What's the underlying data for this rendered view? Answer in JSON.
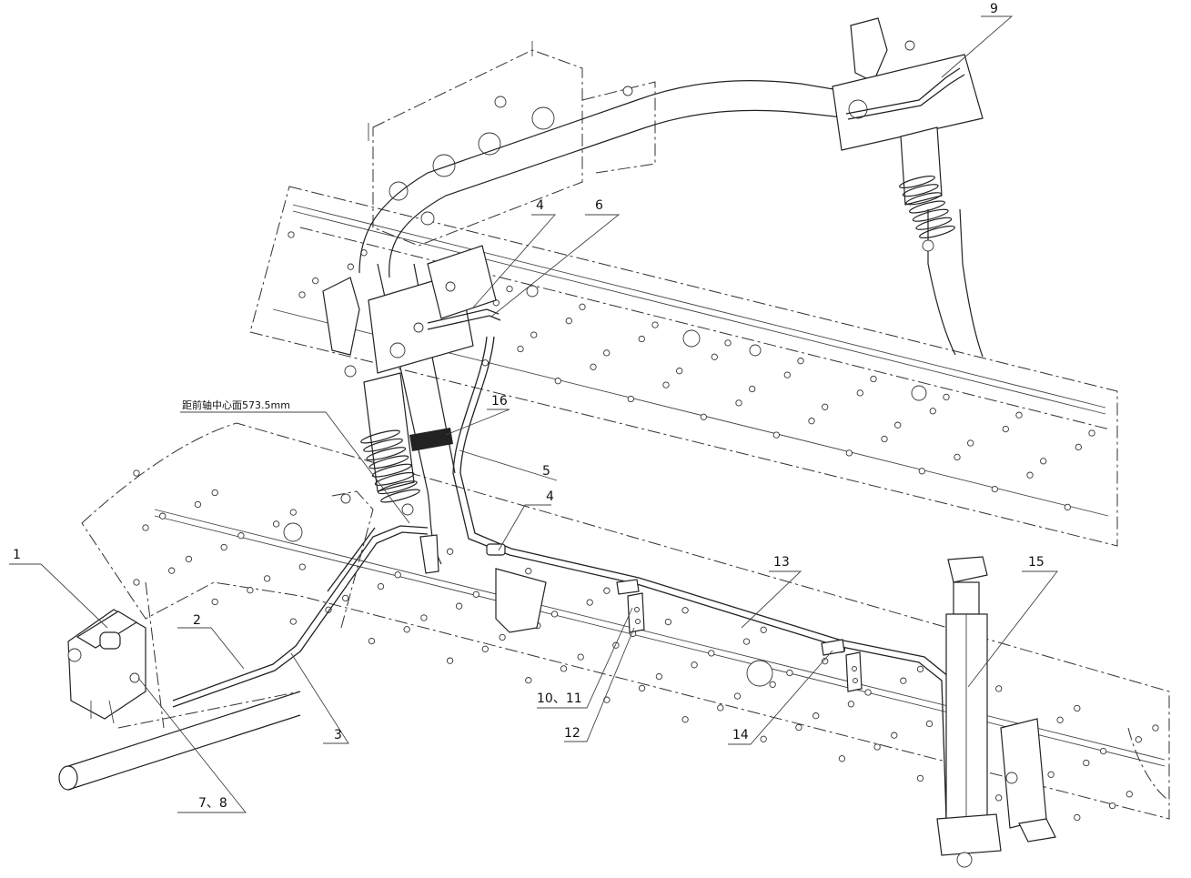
{
  "diagram": {
    "note_text": "距前轴中心面573.5mm",
    "callouts": {
      "c1": "1",
      "c2": "2",
      "c3": "3",
      "c4a": "4",
      "c4b": "4",
      "c5": "5",
      "c6": "6",
      "c78": "7、8",
      "c9": "9",
      "c1011": "10、11",
      "c12": "12",
      "c13": "13",
      "c14": "14",
      "c15": "15",
      "c16": "16"
    }
  }
}
